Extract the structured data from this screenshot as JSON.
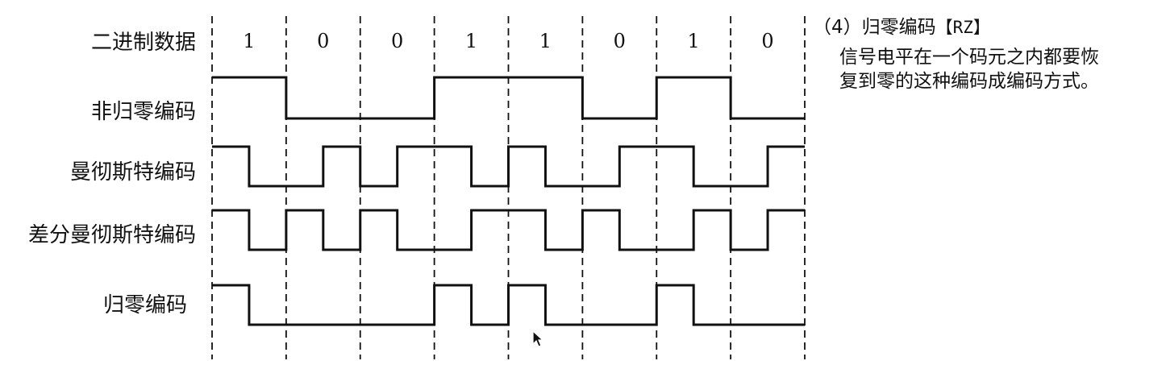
{
  "chart_data": {
    "type": "diagram",
    "bits": [
      "1",
      "0",
      "0",
      "1",
      "1",
      "0",
      "1",
      "0"
    ],
    "rows": [
      {
        "key": "binary",
        "label": "二进制数据"
      },
      {
        "key": "nrz",
        "label": "非归零编码",
        "levels": [
          [
            1,
            1
          ],
          [
            0,
            0
          ],
          [
            0,
            0
          ],
          [
            1,
            1
          ],
          [
            1,
            1
          ],
          [
            0,
            0
          ],
          [
            1,
            1
          ],
          [
            0,
            0
          ]
        ]
      },
      {
        "key": "manchester",
        "label": "曼彻斯特编码",
        "levels": [
          [
            1,
            0
          ],
          [
            0,
            1
          ],
          [
            0,
            1
          ],
          [
            1,
            0
          ],
          [
            1,
            0
          ],
          [
            0,
            1
          ],
          [
            1,
            0
          ],
          [
            0,
            1
          ]
        ]
      },
      {
        "key": "diff_manchester",
        "label": "差分曼彻斯特编码",
        "levels": [
          [
            1,
            0
          ],
          [
            1,
            0
          ],
          [
            1,
            0
          ],
          [
            0,
            1
          ],
          [
            1,
            0
          ],
          [
            1,
            0
          ],
          [
            0,
            1
          ],
          [
            0,
            1
          ]
        ]
      },
      {
        "key": "rz",
        "label": "归零编码",
        "levels": [
          [
            1,
            0
          ],
          [
            0,
            0
          ],
          [
            0,
            0
          ],
          [
            1,
            0
          ],
          [
            1,
            0
          ],
          [
            0,
            0
          ],
          [
            1,
            0
          ],
          [
            0,
            0
          ]
        ]
      }
    ]
  },
  "description": {
    "title_prefix": "（4）归零编码",
    "title_code": "【RZ】",
    "lines": [
      "信号电平在一个码元之内都要恢",
      "复到零的这种编码成编码方式。"
    ]
  }
}
